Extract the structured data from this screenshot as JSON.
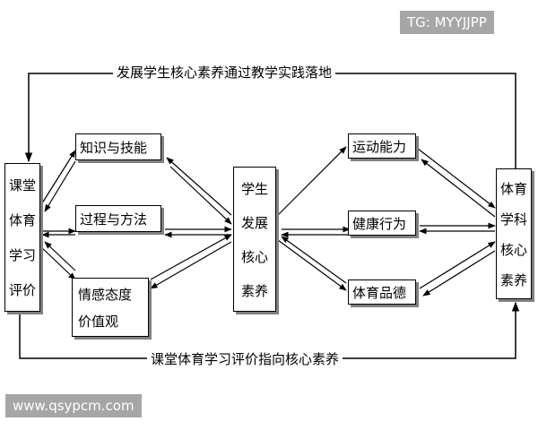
{
  "top_label": "发展学生核心素养通过教学实践落地",
  "bottom_label": "课堂体育学习评价指向核心素养",
  "left_box": [
    "课堂",
    "体育",
    "学习",
    "评价"
  ],
  "center_box": [
    "学生",
    "发展",
    "核心",
    "素养"
  ],
  "right_box": [
    "体育",
    "学科",
    "核心",
    "素养"
  ],
  "left_items": [
    "知识与技能",
    "过程与方法",
    [
      "情感态度",
      "价值观"
    ]
  ],
  "right_items": [
    "运动能力",
    "健康行为",
    "体育品德"
  ],
  "watermark_top": "TG: MYYJJPP",
  "watermark_bottom": "www.qsypcm.com",
  "colors": {
    "line": "#000000",
    "shadow": "#808080",
    "watermark_bg": "#a6a6a6"
  }
}
